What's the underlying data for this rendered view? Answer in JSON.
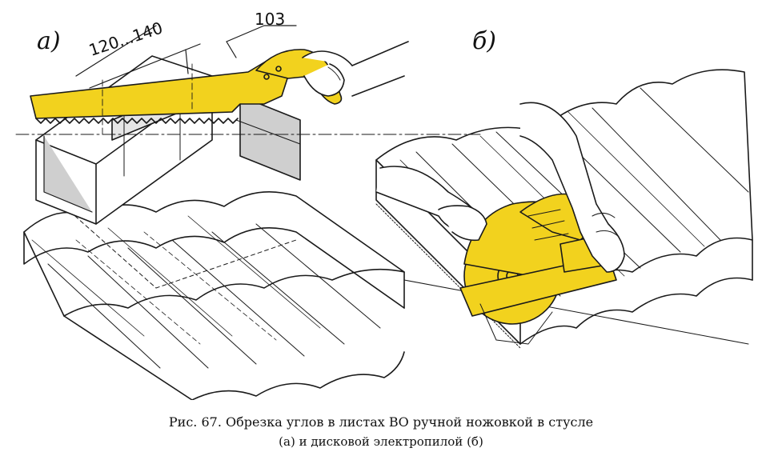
{
  "figure": {
    "label_a": "а)",
    "label_b": "б)",
    "dimension_width": "120...140",
    "dimension_ref": "103",
    "colors": {
      "tool": "#f2d21e",
      "ink": "#1a1a1a",
      "steel": "#cfcfcf"
    }
  },
  "caption": {
    "line1": "Рис. 67. Обрезка углов в листах ВО ручной ножовкой в стусле",
    "line2": "(а) и дисковой электропилой (б)"
  }
}
